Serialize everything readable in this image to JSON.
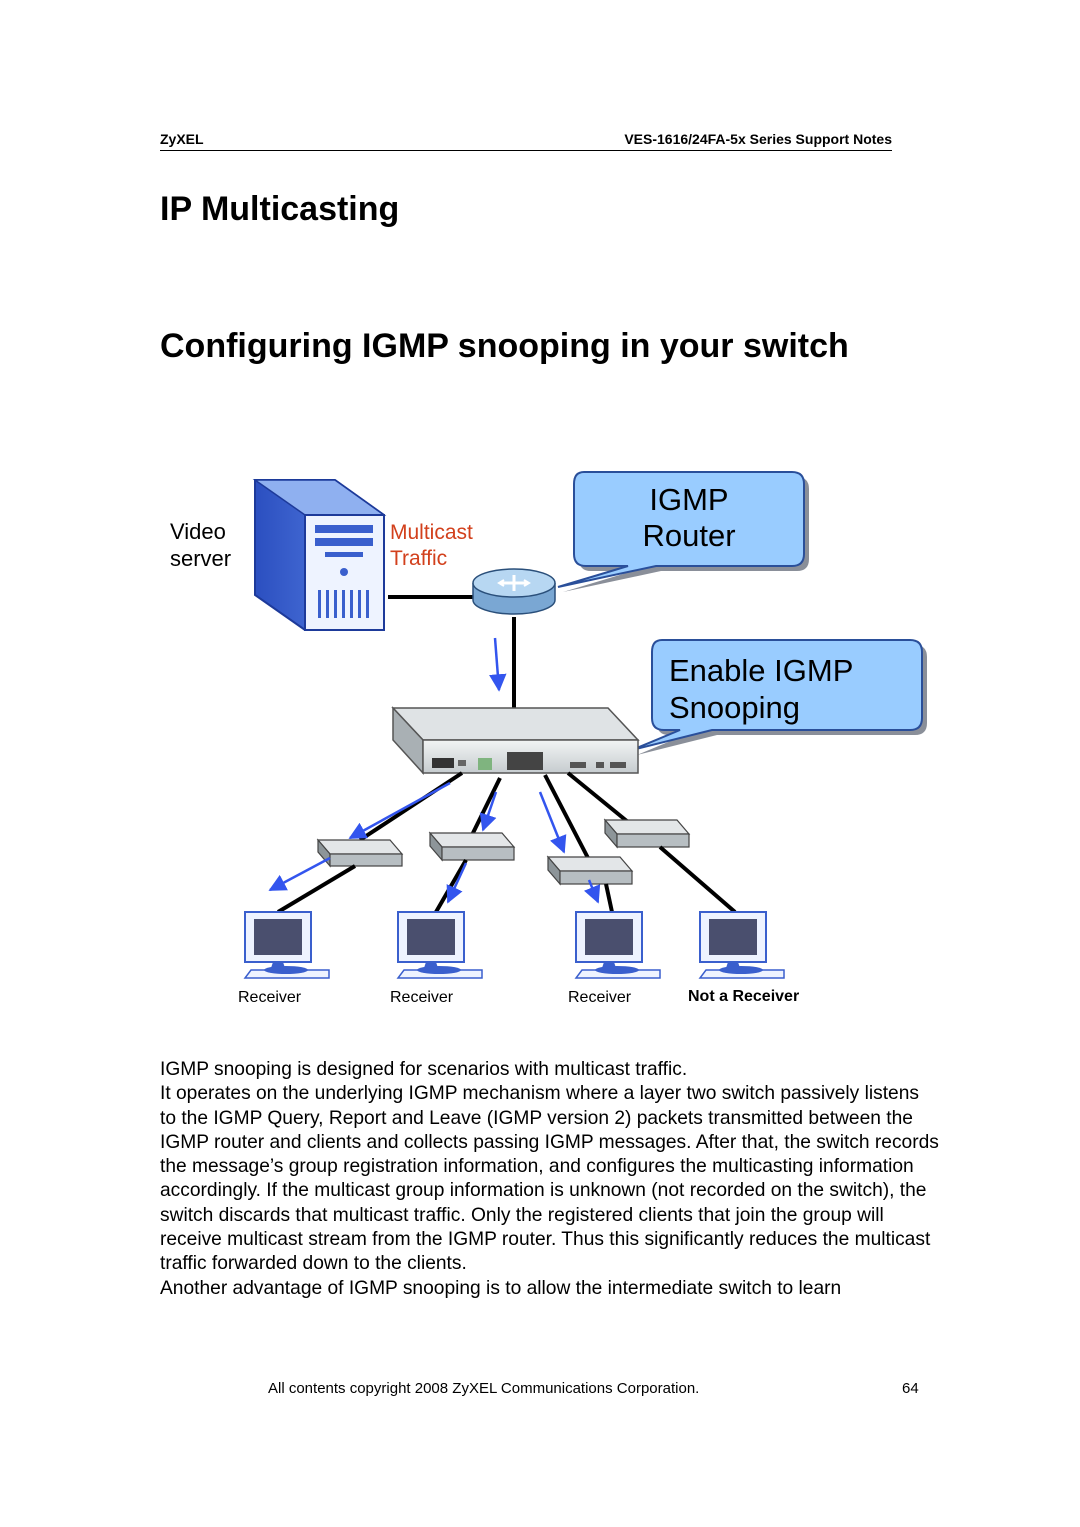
{
  "header": {
    "left": "ZyXEL",
    "right": "VES-1616/24FA-5x Series Support Notes"
  },
  "title": "IP Multicasting",
  "subtitle": "Configuring IGMP snooping in your switch",
  "diagram": {
    "video_server_label": [
      "Video",
      "server"
    ],
    "multicast_label": [
      "Multicast",
      "Traffic"
    ],
    "router_callout": [
      "IGMP",
      "Router"
    ],
    "switch_callout": [
      "Enable IGMP",
      "Snooping"
    ],
    "receivers": [
      "Receiver",
      "Receiver",
      "Receiver",
      "Not a Receiver"
    ],
    "colors": {
      "callout_fill": "#99ccff",
      "multicast_text": "#d2401c",
      "arrow": "#3355ee",
      "server_blue": "#3a5fcd"
    }
  },
  "body": {
    "paragraphs": [
      "IGMP snooping is designed for scenarios with multicast traffic.",
      "It operates on the underlying IGMP mechanism where a layer two switch passively listens to the IGMP Query, Report and Leave (IGMP version 2) packets transmitted between the IGMP router and clients and collects passing IGMP messages. After that, the switch records the message’s group registration information, and configures the multicasting information accordingly. If the multicast group information is unknown (not recorded on the switch), the switch discards that multicast traffic. Only the registered clients that join the group will receive multicast stream from the IGMP router. Thus this significantly reduces the multicast traffic forwarded down to the clients.",
      "Another advantage of IGMP snooping is to allow the intermediate switch to learn"
    ]
  },
  "footer": {
    "copyright": "All contents copyright 2008 ZyXEL Communications Corporation.",
    "page_number": "64"
  }
}
